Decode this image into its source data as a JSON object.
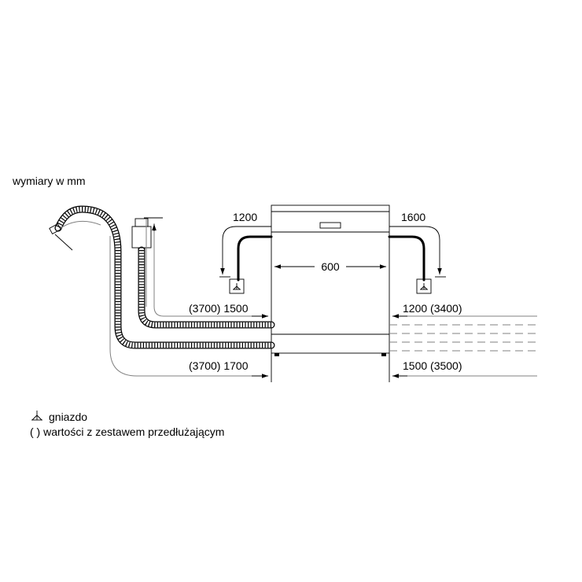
{
  "header": {
    "units_note": "wymiary w mm"
  },
  "dimensions": {
    "width": "600",
    "left_cord": "1200",
    "right_cord": "1600",
    "left_hose_upper": "(3700) 1500",
    "left_hose_lower": "(3700) 1700",
    "right_upper": "1200 (3400)",
    "right_lower": "1500 (3500)"
  },
  "legend": {
    "socket": "gniazdo",
    "brackets": "( ) wartości z zestawem przedłużającym"
  },
  "icons": {
    "socket_symbol": "socket-icon"
  }
}
